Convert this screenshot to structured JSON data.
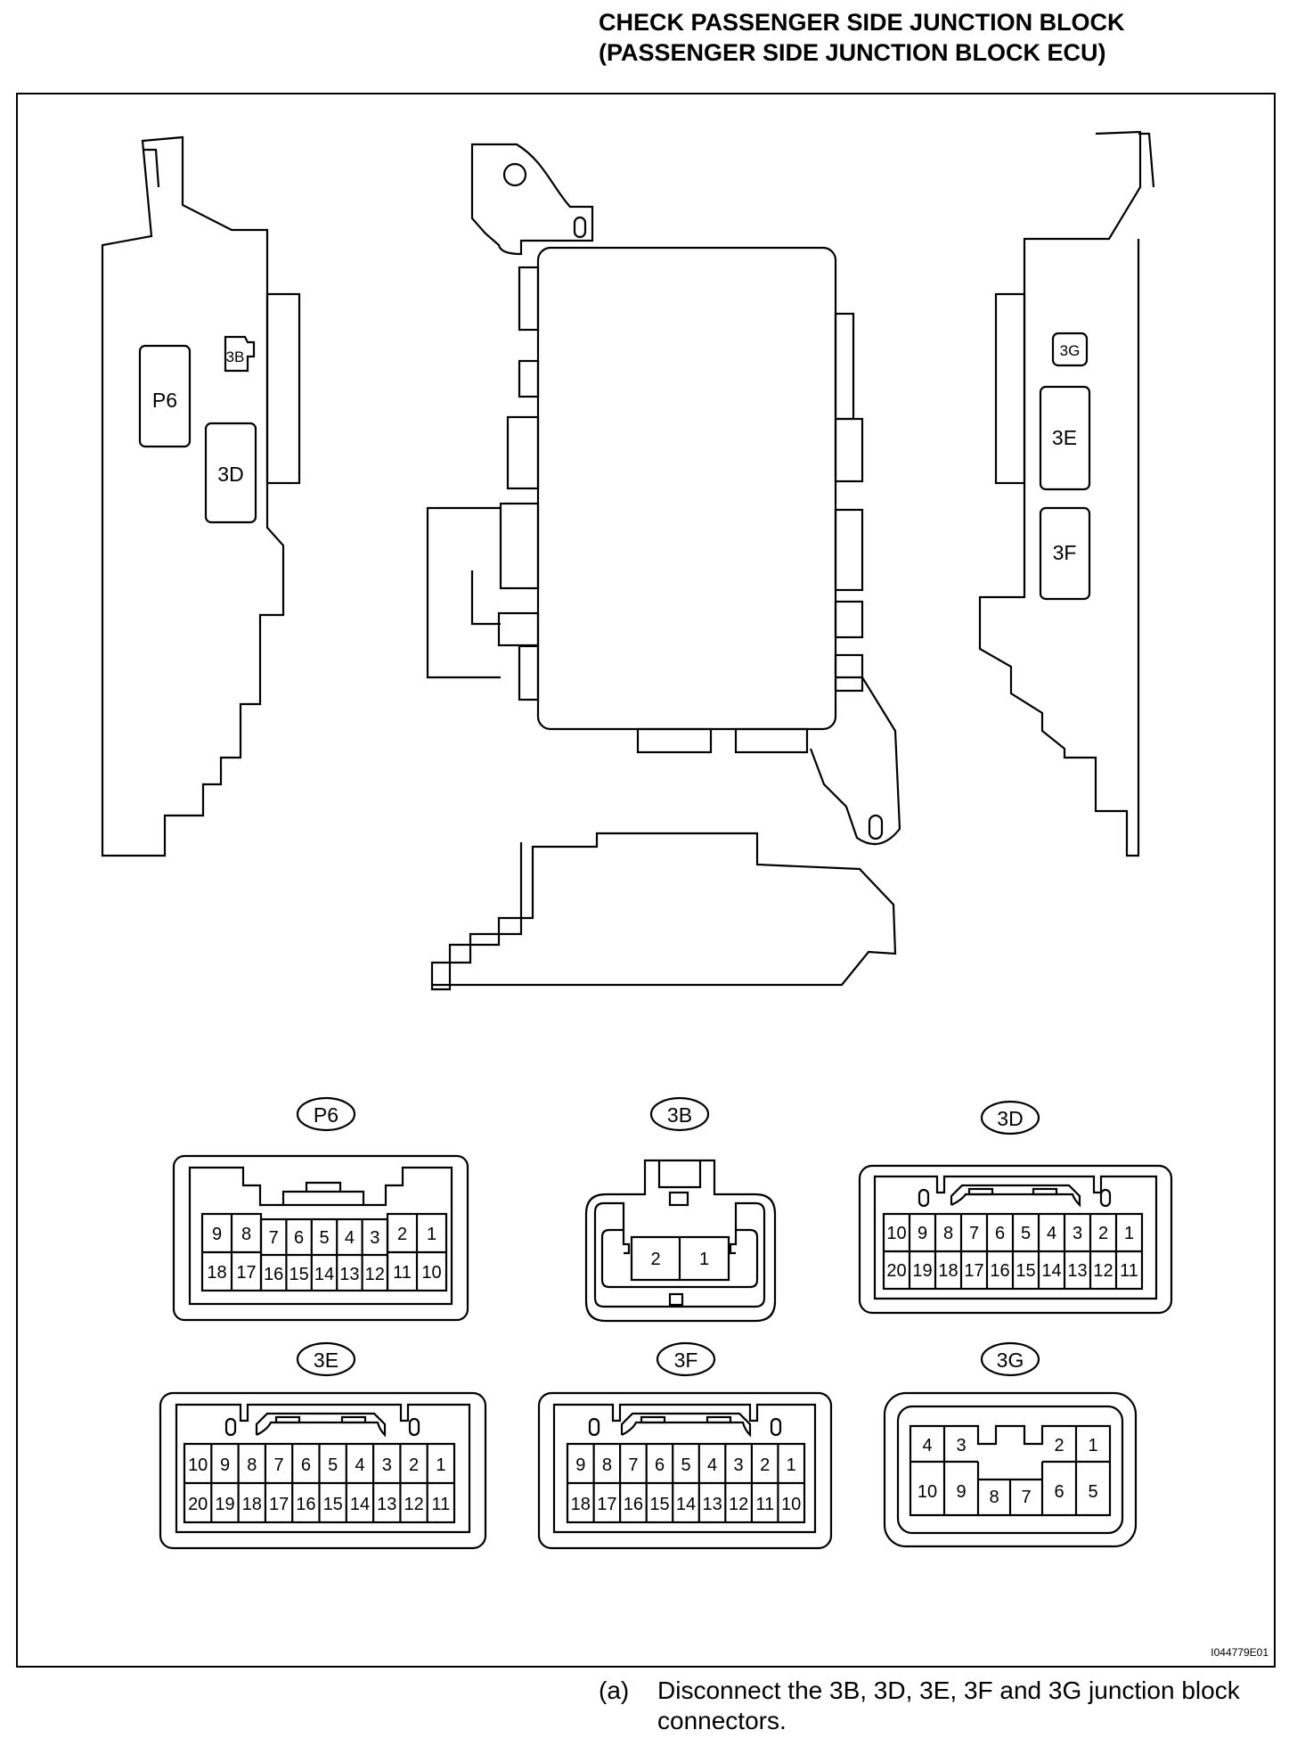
{
  "title": {
    "line1": "CHECK PASSENGER SIDE JUNCTION BLOCK",
    "line2": "(PASSENGER SIDE JUNCTION BLOCK ECU)"
  },
  "block_labels": {
    "p6": "P6",
    "b3": "3B",
    "d3": "3D",
    "g3": "3G",
    "e3": "3E",
    "f3": "3F"
  },
  "connectors": {
    "p6": {
      "name": "P6",
      "top": [
        "9",
        "8",
        "7",
        "6",
        "5",
        "4",
        "3",
        "2",
        "1"
      ],
      "bottom": [
        "18",
        "17",
        "16",
        "15",
        "14",
        "13",
        "12",
        "11",
        "10"
      ]
    },
    "b3": {
      "name": "3B",
      "pins": [
        "2",
        "1"
      ]
    },
    "d3": {
      "name": "3D",
      "top": [
        "10",
        "9",
        "8",
        "7",
        "6",
        "5",
        "4",
        "3",
        "2",
        "1"
      ],
      "bottom": [
        "20",
        "19",
        "18",
        "17",
        "16",
        "15",
        "14",
        "13",
        "12",
        "11"
      ]
    },
    "e3": {
      "name": "3E",
      "top": [
        "10",
        "9",
        "8",
        "7",
        "6",
        "5",
        "4",
        "3",
        "2",
        "1"
      ],
      "bottom": [
        "20",
        "19",
        "18",
        "17",
        "16",
        "15",
        "14",
        "13",
        "12",
        "11"
      ]
    },
    "f3": {
      "name": "3F",
      "top": [
        "9",
        "8",
        "7",
        "6",
        "5",
        "4",
        "3",
        "2",
        "1"
      ],
      "bottom": [
        "18",
        "17",
        "16",
        "15",
        "14",
        "13",
        "12",
        "11",
        "10"
      ]
    },
    "g3": {
      "name": "3G",
      "top": [
        "4",
        "3",
        "2",
        "1"
      ],
      "bottom": [
        "10",
        "9",
        "8",
        "7",
        "6",
        "5"
      ]
    }
  },
  "figure_id": "I044779E01",
  "step": {
    "marker": "(a)",
    "text": "Disconnect the 3B, 3D, 3E, 3F and 3G junction block connectors."
  }
}
